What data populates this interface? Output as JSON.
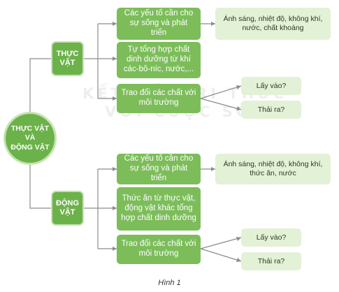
{
  "watermark": {
    "line1": "KẾT NỐI TRI THỨC",
    "line2": "VỚI CUỘC SỐNG"
  },
  "root": {
    "label": "THỰC VẬT\nVÀ\nĐỘNG VẬT"
  },
  "plants": {
    "label": "THỰC\nVẬT",
    "factors": "Các yếu tố cần cho sự sống và phát triển",
    "factors_detail": "Ánh sáng, nhiệt độ, không khí, nước, chất khoáng",
    "nutrition": "Tự tổng hợp chất dinh dưỡng từ khí các-bô-níc, nước,...",
    "exchange": "Trao đổi các chất với môi trường",
    "intake": "Lấy vào?",
    "output": "Thải ra?"
  },
  "animals": {
    "label": "ĐỘNG\nVẬT",
    "factors": "Các yếu tố cần cho sự sống và phát triển",
    "factors_detail": "Ánh sáng, nhiệt độ, không khí, thức ăn, nước",
    "nutrition": "Thức ăn từ thực vật, động vật khác tổng hợp chất dinh dưỡng",
    "exchange": "Trao đổi các chất với môi trường",
    "intake": "Lấy vào?",
    "output": "Thải ra?"
  },
  "caption": "Hình 1",
  "colors": {
    "dark_green": "#6cb24a",
    "mid_green": "#7cbd5a",
    "light_green": "#e3f1d7",
    "connector": "#8c8c8c"
  }
}
